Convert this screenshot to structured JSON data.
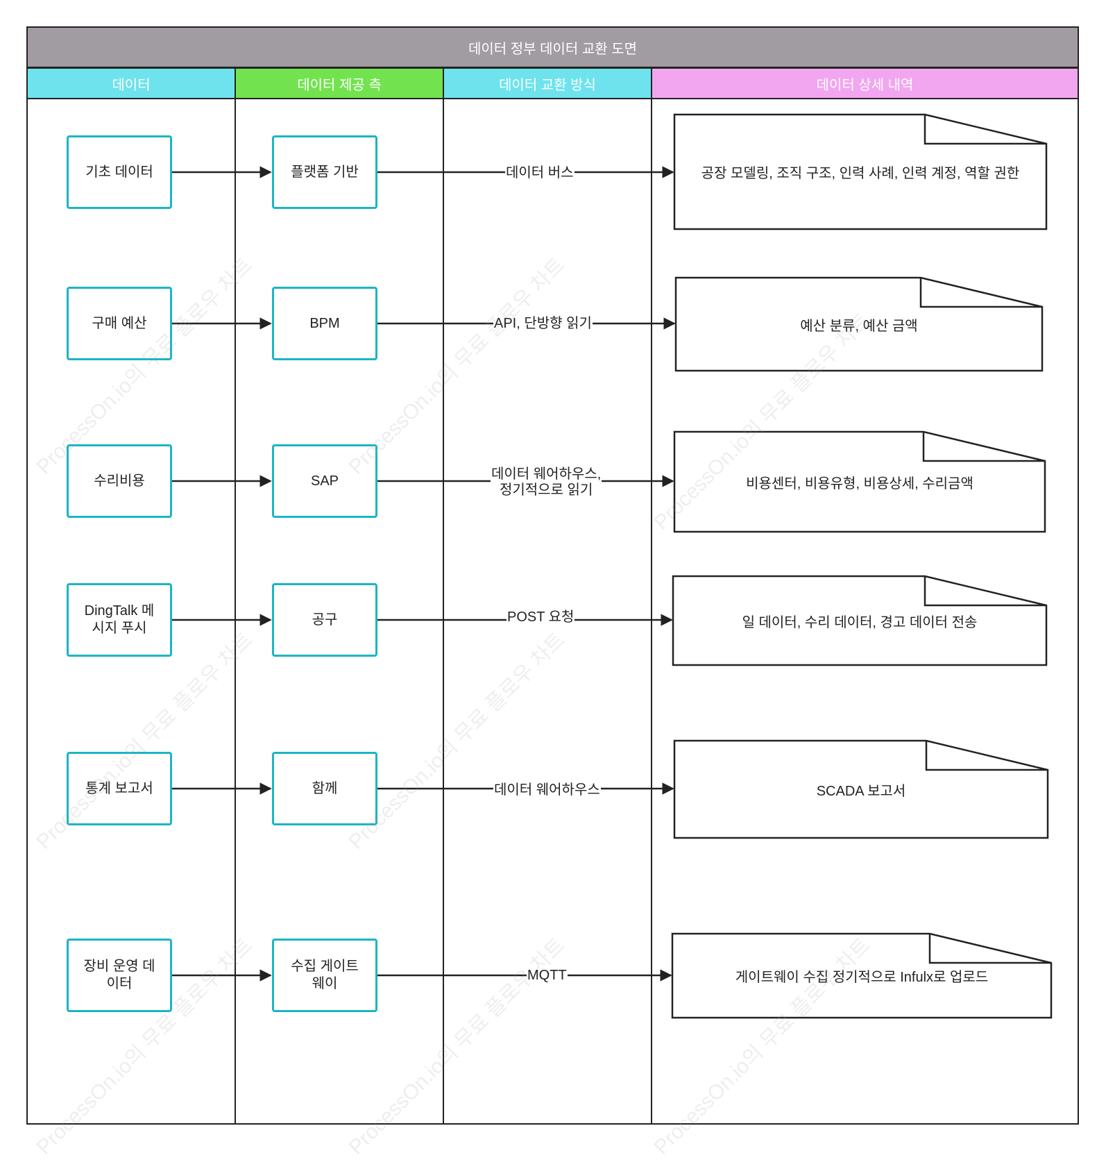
{
  "title": "데이터 정부 데이터 교환 도면",
  "lanes": [
    {
      "label": "데이터",
      "color": "#6ee3ed"
    },
    {
      "label": "데이터 제공 측",
      "color": "#72e34f"
    },
    {
      "label": "데이터 교환 방식",
      "color": "#6ee3ed"
    },
    {
      "label": "데이터 상세 내역",
      "color": "#f2a6f0"
    }
  ],
  "rows": [
    {
      "data": "기초 데이터",
      "provider": "플랫폼 기반",
      "method": "데이터 버스",
      "detail": "공장 모델링, 조직 구조, 인력 사례, 인력 계정, 역할 권한"
    },
    {
      "data": "구매 예산",
      "provider": "BPM",
      "method": "API, 단방향 읽기",
      "detail": "예산 분류, 예산 금액"
    },
    {
      "data": "수리비용",
      "provider": "SAP",
      "method": "데이터 웨어하우스,\n정기적으로 읽기",
      "detail": "비용센터, 비용유형, 비용상세, 수리금액"
    },
    {
      "data": "DingTalk 메\n시지 푸시",
      "provider": "공구",
      "method": "POST 요청",
      "detail": "일 데이터, 수리 데이터, 경고 데이터 전송"
    },
    {
      "data": "통계 보고서",
      "provider": "함께",
      "method": "데이터 웨어하우스",
      "detail": "SCADA 보고서"
    },
    {
      "data": "장비 운영 데\n이터",
      "provider": "수집 게이트\n웨이",
      "method": "MQTT",
      "detail": "게이트웨이 수집 정기적으로 Infulx로 업로드"
    }
  ],
  "watermark": "ProcessOn.io의 무료 플로우 차트",
  "colors": {
    "node_border": "#1bb5c4",
    "line": "#222222",
    "title_bg": "#a19ca1"
  }
}
